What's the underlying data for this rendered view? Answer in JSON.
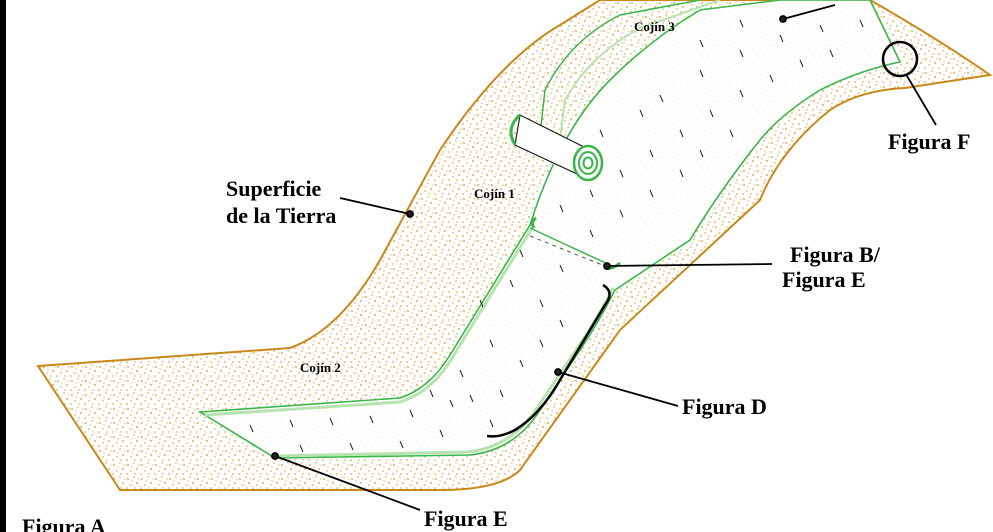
{
  "labels": {
    "cojin_1": "Cojín 1",
    "cojin_2": "Cojín 2",
    "cojin_3": "Cojín 3",
    "superficie_line1": "Superficie",
    "superficie_line2": "de la Tierra",
    "figura_f": "Figura F",
    "figura_be_line1": "Figura B/",
    "figura_be_line2": "Figura E",
    "figura_d": "Figura D",
    "figura_e_bottom": "Figura E",
    "figura_a": "Figura A"
  },
  "colors": {
    "soil_outline": "#c8891a",
    "soil_dots": "#d39a2a",
    "mat_green": "#39b54a",
    "mat_light": "#b6e3b0",
    "stake": "#222222",
    "callout": "#000000"
  },
  "icons": {
    "rolled_mat": "rolled-erosion-mat-icon",
    "callout_circle": "detail-circle-icon"
  }
}
